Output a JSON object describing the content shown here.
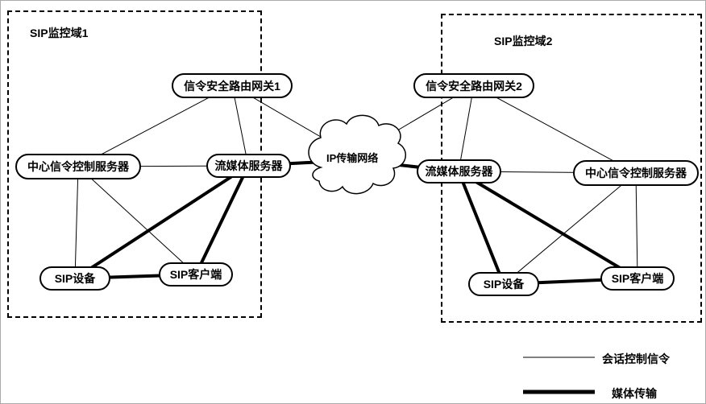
{
  "domain1": {
    "title": "SIP监控域1",
    "nodes": {
      "gateway": "信令安全路由网关1",
      "central": "中心信令控制服务器",
      "stream": "流媒体服务器",
      "device": "SIP设备",
      "client": "SIP客户端"
    }
  },
  "domain2": {
    "title": "SIP监控域2",
    "nodes": {
      "gateway": "信令安全路由网关2",
      "central": "中心信令控制服务器",
      "stream": "流媒体服务器",
      "device": "SIP设备",
      "client": "SIP客户端"
    }
  },
  "cloud": {
    "label": "IP传输网络"
  },
  "legend": {
    "thin_label": "会话控制信令",
    "thick_label": "媒体传输"
  },
  "connections": {
    "signaling": [
      "信令安全路由网关1–中心信令控制服务器(域1)",
      "信令安全路由网关1–流媒体服务器(域1)",
      "信令安全路由网关1–IP传输网络",
      "中心信令控制服务器(域1)–流媒体服务器(域1)",
      "中心信令控制服务器(域1)–SIP设备(域1)",
      "中心信令控制服务器(域1)–SIP客户端(域1)",
      "信令安全路由网关2–IP传输网络",
      "信令安全路由网关2–流媒体服务器(域2)",
      "信令安全路由网关2–中心信令控制服务器(域2)",
      "流媒体服务器(域2)–中心信令控制服务器(域2)",
      "中心信令控制服务器(域2)–SIP设备(域2)",
      "中心信令控制服务器(域2)–SIP客户端(域2)"
    ],
    "media": [
      "流媒体服务器(域1)–IP传输网络",
      "流媒体服务器(域1)–SIP设备(域1)",
      "流媒体服务器(域1)–SIP客户端(域1)",
      "SIP设备(域1)–SIP客户端(域1)",
      "流媒体服务器(域2)–IP传输网络",
      "流媒体服务器(域2)–SIP设备(域2)",
      "流媒体服务器(域2)–SIP客户端(域2)",
      "SIP设备(域2)–SIP客户端(域2)"
    ]
  },
  "colors": {
    "line": "#000000",
    "background": "#ffffff"
  }
}
